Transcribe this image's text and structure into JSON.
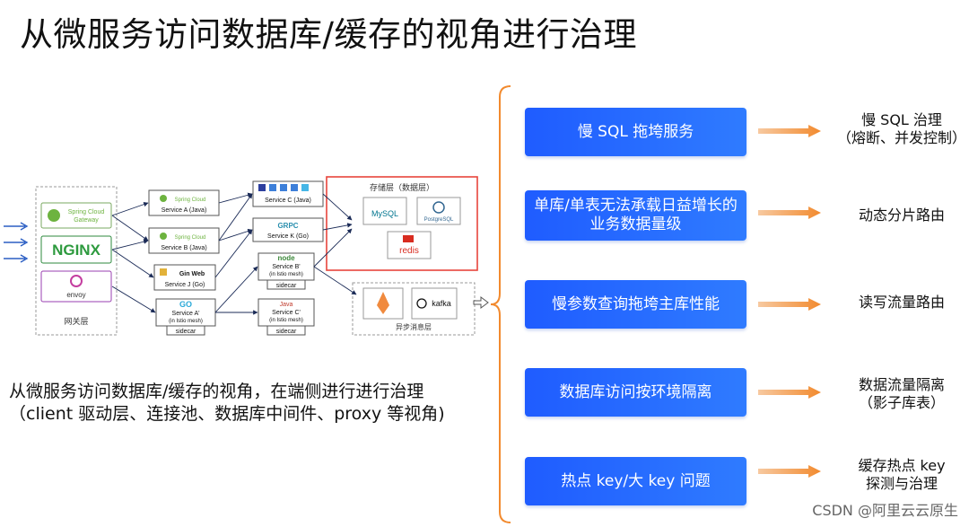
{
  "title": "从微服务访问数据库/缓存的视角进行治理",
  "caption": {
    "line1": "从微服务访问数据库/缓存的视角，在端侧进行进行治理",
    "line2": "（client 驱动层、连接池、数据库中间件、proxy 等视角)"
  },
  "gateway": {
    "label": "网关层",
    "spring_line1": "Spring Cloud",
    "spring_line2": "Gateway",
    "nginx": "NGINX",
    "envoy": "envoy"
  },
  "services": {
    "a_brand": "Spring Cloud",
    "a": "Service A (Java)",
    "b_brand": "Spring Cloud",
    "b": "Service B (Java)",
    "j_brand": "Gin Web",
    "j": "Service J (Go)",
    "a2_brand": "GO",
    "a2_line1": "Service A'",
    "a2_line2": "(in Istio mesh)",
    "a2_sidecar": "sidecar",
    "c": "Service C (Java)",
    "k_brand": "GRPC",
    "k": "Service K (Go)",
    "b2_brand": "node",
    "b2_line1": "Service B'",
    "b2_line2": "(in Istio mesh)",
    "b2_sidecar": "sidecar",
    "c2_brand": "Java",
    "c2_line1": "Service C'",
    "c2_line2": "(in Istio mesh)",
    "c2_sidecar": "sidecar"
  },
  "storage": {
    "label": "存储层（数据层）",
    "mysql": "MySQL",
    "postgres": "PostgreSQL",
    "redis": "redis"
  },
  "mq": {
    "label": "异步消息层",
    "kafka": "kafka"
  },
  "rows": [
    {
      "problem": "慢 SQL 拖垮服务",
      "result_line1": "慢 SQL 治理",
      "result_line2": "（熔断、并发控制）"
    },
    {
      "problem": "单库/单表无法承载日益增长的业务数据量级",
      "result_line1": "动态分片路由",
      "result_line2": ""
    },
    {
      "problem": "慢参数查询拖垮主库性能",
      "result_line1": "读写流量路由",
      "result_line2": ""
    },
    {
      "problem": "数据库访问按环境隔离",
      "result_line1": "数据流量隔离",
      "result_line2": "（影子库表）"
    },
    {
      "problem": "热点 key/大 key 问题",
      "result_line1": "缓存热点 key",
      "result_line2": "探测与治理"
    }
  ],
  "watermark": "CSDN @阿里云云原生",
  "colors": {
    "accent_blue": "#1f5cff",
    "arrow_orange": "#f28a2e",
    "storage_border": "#e8453c",
    "brace": "#f28a2e"
  }
}
